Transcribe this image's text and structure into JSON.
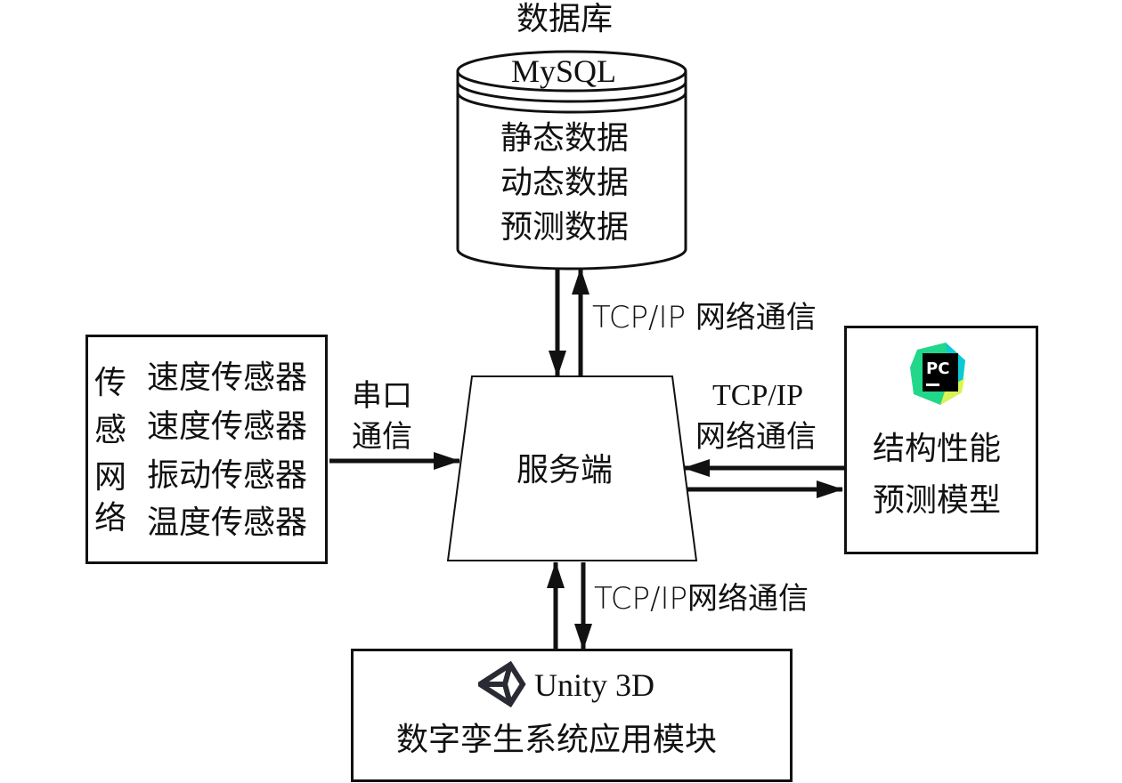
{
  "database": {
    "caption": "数据库",
    "engine": "MySQL",
    "items": [
      "静态数据",
      "动态数据",
      "预测数据"
    ]
  },
  "server": {
    "label": "服务端"
  },
  "sensor_network": {
    "group_label": [
      "传",
      "感",
      "网",
      "络"
    ],
    "sensors": [
      "速度传感器",
      "速度传感器",
      "振动传感器",
      "温度传感器"
    ]
  },
  "model": {
    "icon": "pycharm-icon",
    "icon_text": "PC",
    "lines": [
      "结构性能",
      "预测模型"
    ],
    "colors": {
      "icon_green": "#21d789",
      "icon_yellow": "#fcf84a",
      "icon_teal": "#07c3f2",
      "icon_bg": "#000000"
    }
  },
  "unity_module": {
    "icon": "unity-icon",
    "title": "Unity 3D",
    "label": "数字孪生系统应用模块"
  },
  "connections": {
    "db_server": "TCP/IP 网络通信",
    "serial_line1": "串口",
    "serial_line2": "通信",
    "model_line1": "TCP/IP",
    "model_line2": "网络通信",
    "unity_server": "TCP/IP网络通信"
  }
}
